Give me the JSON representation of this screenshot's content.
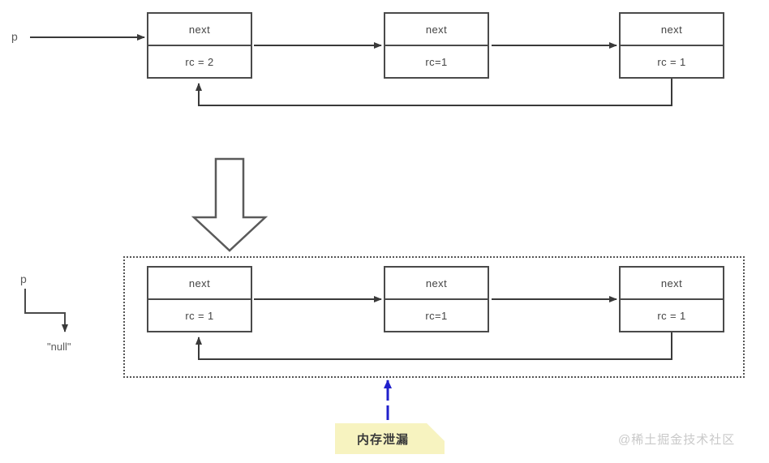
{
  "diagram": {
    "title": "Reference counting cycle memory leak",
    "colors": {
      "background": "#ffffff",
      "box_stroke": "#4a4a4a",
      "arrow_stroke": "#3a3a3a",
      "dotted_region": "#555555",
      "leak_arrow": "#2020cc",
      "sticky_fill": "#f7f3c0",
      "sticky_fold": "#e8e2a8",
      "watermark": "#c9c9c9",
      "text": "#444444"
    },
    "top_row": {
      "pointer_label": "p",
      "nodes": [
        {
          "next_label": "next",
          "rc_label": "rc = 2"
        },
        {
          "next_label": "next",
          "rc_label": "rc=1"
        },
        {
          "next_label": "next",
          "rc_label": "rc = 1"
        }
      ]
    },
    "bottom_row": {
      "pointer_label": "p",
      "null_label": "\"null\"",
      "nodes": [
        {
          "next_label": "next",
          "rc_label": "rc = 1"
        },
        {
          "next_label": "next",
          "rc_label": "rc=1"
        },
        {
          "next_label": "next",
          "rc_label": "rc = 1"
        }
      ]
    },
    "annotation": {
      "sticky_text": "内存泄漏"
    },
    "watermark": "@稀土掘金技术社区"
  }
}
